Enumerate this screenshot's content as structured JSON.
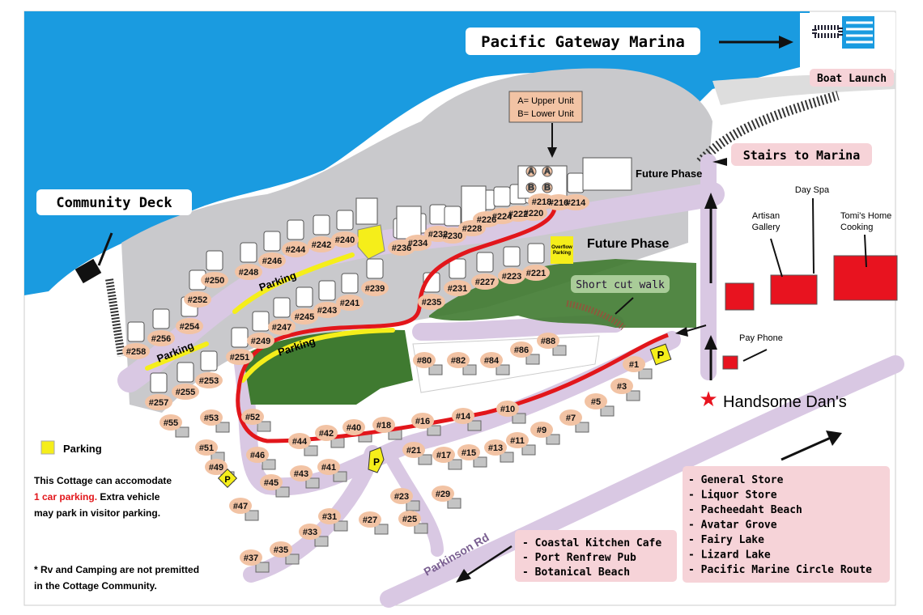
{
  "title": "Pacific Gateway Marina",
  "labels": {
    "boat_launch": "Boat Launch",
    "stairs": "Stairs to Marina",
    "community_deck": "Community Deck",
    "unit_a": "A= Upper Unit",
    "unit_b": "B= Lower Unit",
    "future_phase_1": "Future Phase",
    "future_phase_2": "Future Phase",
    "overflow_1": "Overflow",
    "overflow_2": "Parking",
    "shortcut": "Short cut walk",
    "parking_1": "Parking",
    "parking_2": "Parking",
    "parking_3": "Parking",
    "artisan_1": "Artisan",
    "artisan_2": "Gallery",
    "day_spa": "Day Spa",
    "tomi_1": "Tomi's Home",
    "tomi_2": "Cooking",
    "pay_phone": "Pay Phone",
    "handsome_dans": "Handsome Dan's",
    "parkinson_rd": "Parkinson Rd",
    "p": "P",
    "a": "A",
    "b": "B"
  },
  "legend": {
    "parking": "Parking",
    "line1": "This Cottage can accomodate",
    "line2_red": "1 car parking.",
    "line2_rest": " Extra vehicle",
    "line3": "may park in visitor parking.",
    "note1": "* Rv and Camping are not premitted",
    "note2": "in the Cottage Community."
  },
  "west_destinations": [
    "- Coastal Kitchen Cafe",
    "- Port Renfrew Pub",
    "- Botanical Beach"
  ],
  "east_destinations": [
    "- General Store",
    "- Liquor Store",
    "- Pacheedaht Beach",
    "- Avatar Grove",
    "- Fairy Lake",
    "- Lizard Lake",
    "- Pacific Marine Circle Route"
  ],
  "lots": [
    "#258",
    "#256",
    "#254",
    "#252",
    "#250",
    "#248",
    "#246",
    "#244",
    "#242",
    "#240",
    "#239",
    "#241",
    "#243",
    "#245",
    "#247",
    "#249",
    "#251",
    "#253",
    "#255",
    "#257",
    "#236",
    "#234",
    "#232",
    "#230",
    "#228",
    "#226",
    "#224",
    "#222",
    "#220",
    "#218",
    "#216",
    "#214",
    "#235",
    "#231",
    "#227",
    "#223",
    "#221",
    "#80",
    "#82",
    "#84",
    "#86",
    "#88",
    "#1",
    "#3",
    "#5",
    "#7",
    "#9",
    "#11",
    "#13",
    "#15",
    "#17",
    "#21",
    "#10",
    "#14",
    "#16",
    "#18",
    "#40",
    "#42",
    "#44",
    "#52",
    "#46",
    "#55",
    "#53",
    "#51",
    "#49",
    "#45",
    "#43",
    "#41",
    "#47",
    "#31",
    "#33",
    "#35",
    "#37",
    "#27",
    "#25",
    "#23",
    "#29"
  ],
  "colors": {
    "water": "#1a9be0",
    "land": "#c9c9cc",
    "road": "#d9c8e3",
    "route": "#e2161b",
    "park": "#3f7a30",
    "parking": "#f5ee1a",
    "lot_badge": "#f2c3a4",
    "shop": "#e8131f",
    "pink_box": "#f6d3d8"
  }
}
